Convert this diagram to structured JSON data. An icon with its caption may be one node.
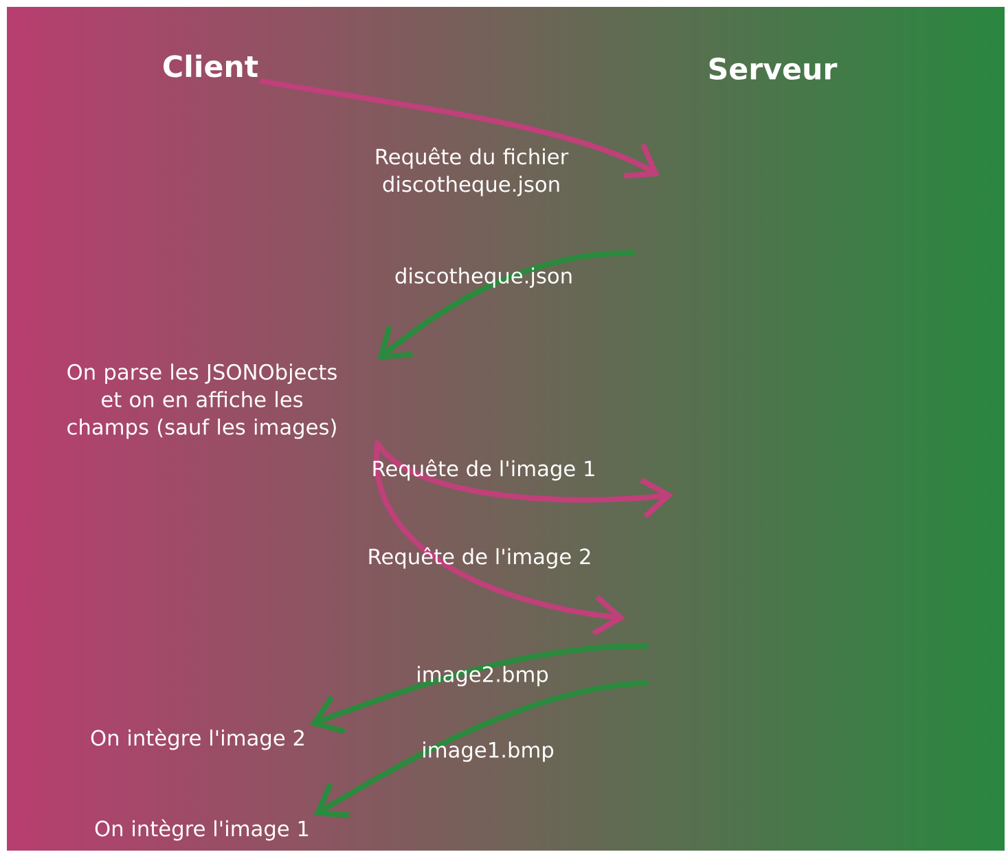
{
  "diagram": {
    "nodes": [
      {
        "text": [
          "Client"
        ]
      },
      {
        "text": [
          "Serveur"
        ]
      },
      {
        "text": [
          "On parse les JSONObjects et on en affiche les champs (sauf les images)"
        ]
      },
      {
        "text": [
          "On intègre l'image 2"
        ]
      },
      {
        "text": [
          "On intègre l'image 1"
        ]
      }
    ],
    "edges": [
      {
        "from": 0,
        "to": null,
        "arrow": "to",
        "label": "Requête du fichier discotheque.json"
      },
      {
        "from": null,
        "to": 2,
        "arrow": "to",
        "label": "discotheque.json",
        "color": "#2a8a3e"
      },
      {
        "from": 2,
        "to": null,
        "arrow": "to",
        "label": "Requête de l'image 1"
      },
      {
        "from": 2,
        "to": null,
        "arrow": "to",
        "label": "Requête de l'image 2"
      },
      {
        "from": null,
        "to": 3,
        "arrow": "to",
        "label": "image2.bmp",
        "color": "#2a8a3e"
      },
      {
        "from": null,
        "to": 4,
        "arrow": "to",
        "label": "image1.bmp",
        "color": "#2a8a3e"
      }
    ]
  }
}
